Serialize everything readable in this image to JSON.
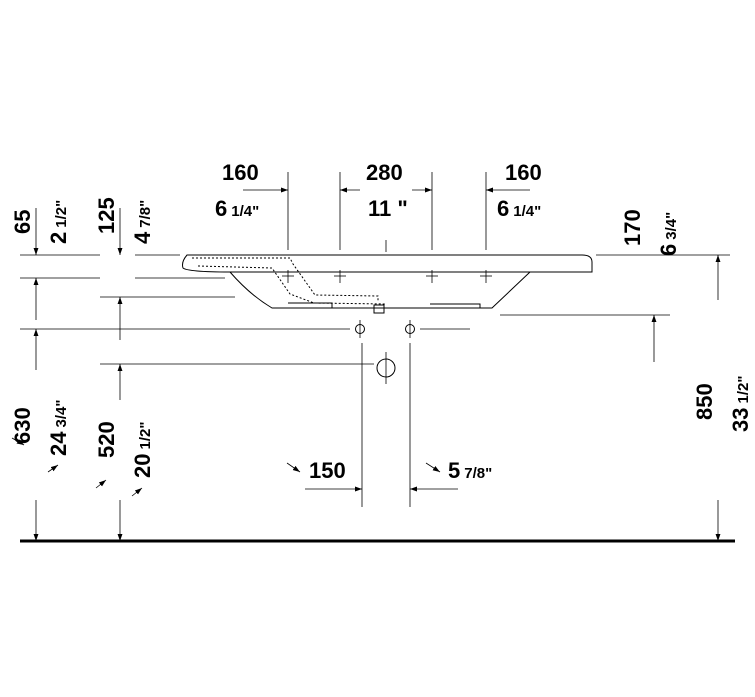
{
  "dimensions": {
    "top_left_mm": "160",
    "top_left_in": "6",
    "top_left_in_frac": "1/4\"",
    "top_mid_mm": "280",
    "top_mid_in": "11 \"",
    "top_right_mm": "160",
    "top_right_in": "6",
    "top_right_in_frac": "1/4\"",
    "rim_mm": "65",
    "rim_in": "2",
    "rim_in_frac": "1/2\"",
    "depth_mm": "125",
    "depth_in": "4",
    "depth_in_frac": "7/8\"",
    "right_mm": "170",
    "right_in": "6",
    "right_in_frac": "3/4\"",
    "h630_mm": "630",
    "h630_in": "24",
    "h630_in_frac": "3/4\"",
    "h520_mm": "520",
    "h520_in": "20",
    "h520_in_frac": "1/2\"",
    "h850_mm": "850",
    "h850_in": "33",
    "h850_in_frac": "1/2\"",
    "drain_mm": "150",
    "drain_in": "5",
    "drain_in_frac": "7/8\""
  }
}
